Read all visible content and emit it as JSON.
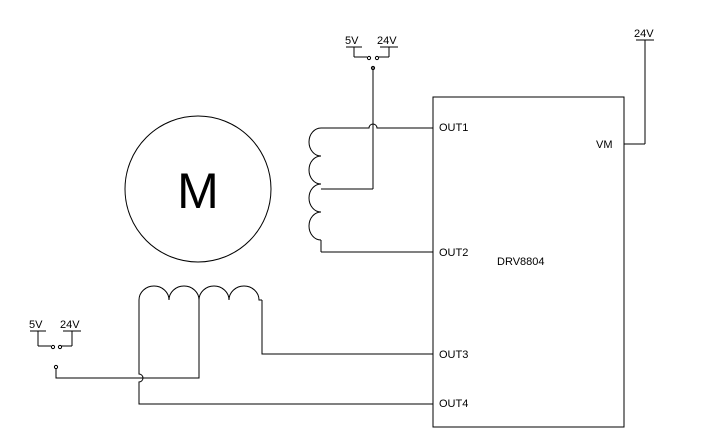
{
  "motor": {
    "label": "M"
  },
  "driver": {
    "name": "DRV8804",
    "pins": {
      "out1": "OUT1",
      "out2": "OUT2",
      "out3": "OUT3",
      "out4": "OUT4",
      "vm": "VM"
    }
  },
  "supply": {
    "vm_voltage": "24V"
  },
  "switch_top": {
    "left_voltage": "5V",
    "right_voltage": "24V"
  },
  "switch_bottom": {
    "left_voltage": "5V",
    "right_voltage": "24V"
  }
}
